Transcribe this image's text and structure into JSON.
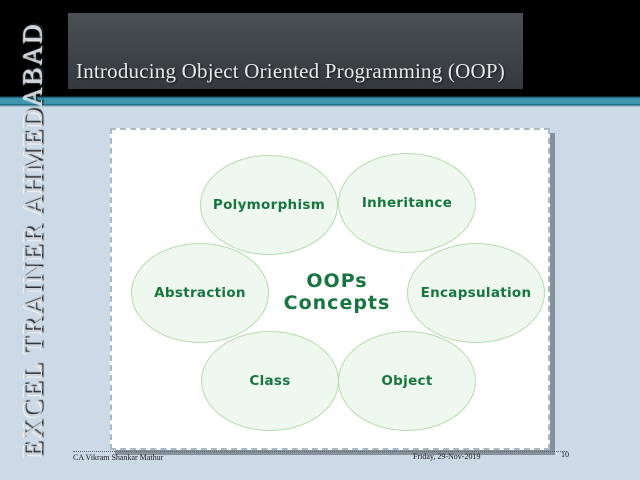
{
  "slide": {
    "sidebar_vertical_text": "EXCEL TRAINER AHMEDABAD",
    "title": "Introducing Object Oriented Programming (OOP)",
    "diagram": {
      "center_line1": "OOPs",
      "center_line2": "Concepts",
      "bubbles": [
        {
          "label": "Polymorphism"
        },
        {
          "label": "Inheritance"
        },
        {
          "label": "Abstraction"
        },
        {
          "label": "Encapsulation"
        },
        {
          "label": "Class"
        },
        {
          "label": "Object"
        }
      ]
    },
    "footer": {
      "author": "CA Vikram Shankar Mathur",
      "date": "Friday, 29-Nov-2019",
      "page": "10"
    },
    "colors": {
      "background": "#ccd9e6",
      "header_black": "#000000",
      "title_box": "#3d4347",
      "title_text": "#e8e9e9",
      "teal_band": "#3e96ac",
      "panel_background": "#ffffff",
      "panel_border": "#a8bac7",
      "bubble_fill": "#eef8ee",
      "bubble_border": "#b6dcad",
      "diagram_text_green": "#17753f"
    }
  }
}
